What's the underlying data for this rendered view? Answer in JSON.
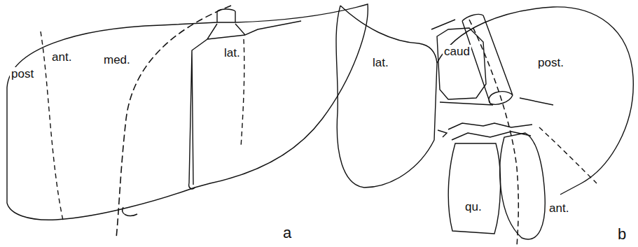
{
  "diagram": {
    "labels": [
      "post",
      "ant.",
      "med.",
      "lat.",
      "a",
      "lat.",
      "caud",
      "post.",
      "qu.",
      "ant.",
      "b"
    ]
  }
}
